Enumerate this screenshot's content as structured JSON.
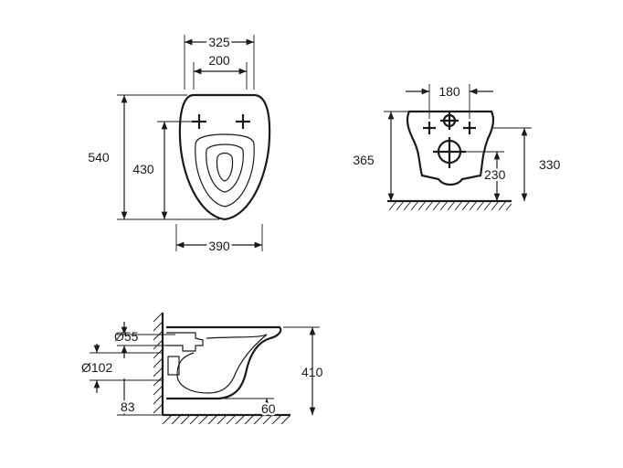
{
  "top_view": {
    "width_outer": "325",
    "width_inner": "200",
    "length_total": "540",
    "length_bowl": "430",
    "width_base": "390"
  },
  "front_view": {
    "bolt_spacing": "180",
    "height_total": "365",
    "height_top": "330",
    "height_outlet": "230"
  },
  "side_view": {
    "pipe_small": "Ø55",
    "pipe_large": "Ø102",
    "height_outlet": "83",
    "height_total": "410",
    "offset_floor": "60"
  }
}
